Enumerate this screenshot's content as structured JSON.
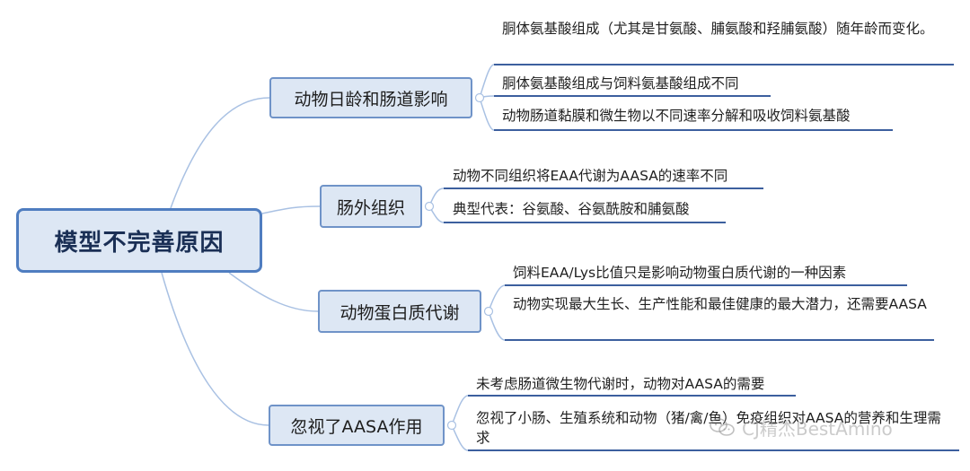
{
  "root": {
    "label": "模型不完善原因"
  },
  "branches": [
    {
      "label": "动物日龄和肠道影响",
      "items": [
        "胴体氨基酸组成（尤其是甘氨酸、脯氨酸和羟脯氨酸）随年龄而变化。",
        "胴体氨基酸组成与饲料氨基酸组成不同",
        "动物肠道黏膜和微生物以不同速率分解和吸收饲料氨基酸"
      ]
    },
    {
      "label": "肠外组织",
      "items": [
        "动物不同组织将EAA代谢为AASA的速率不同",
        "典型代表：谷氨酸、谷氨酰胺和脯氨酸"
      ]
    },
    {
      "label": "动物蛋白质代谢",
      "items": [
        "饲料EAA/Lys比值只是影响动物蛋白质代谢的一种因素",
        "动物实现最大生长、生产性能和最佳健康的最大潜力，还需要AASA"
      ]
    },
    {
      "label": "忽视了AASA作用",
      "items": [
        "未考虑肠道微生物代谢时，动物对AASA的需要",
        "忽视了小肠、生殖系统和动物（猪/禽/鱼）免疫组织对AASA的营养和生理需求"
      ]
    }
  ],
  "watermark": {
    "text": "CJ精杰BestAmino",
    "icon": "wechat-icon"
  },
  "colors": {
    "line": "#a9c1e3",
    "node_fill": "#dde7f4",
    "node_border": "#6f93c8",
    "root_border": "#4f7dc0",
    "underline": "#3c5f9e"
  }
}
